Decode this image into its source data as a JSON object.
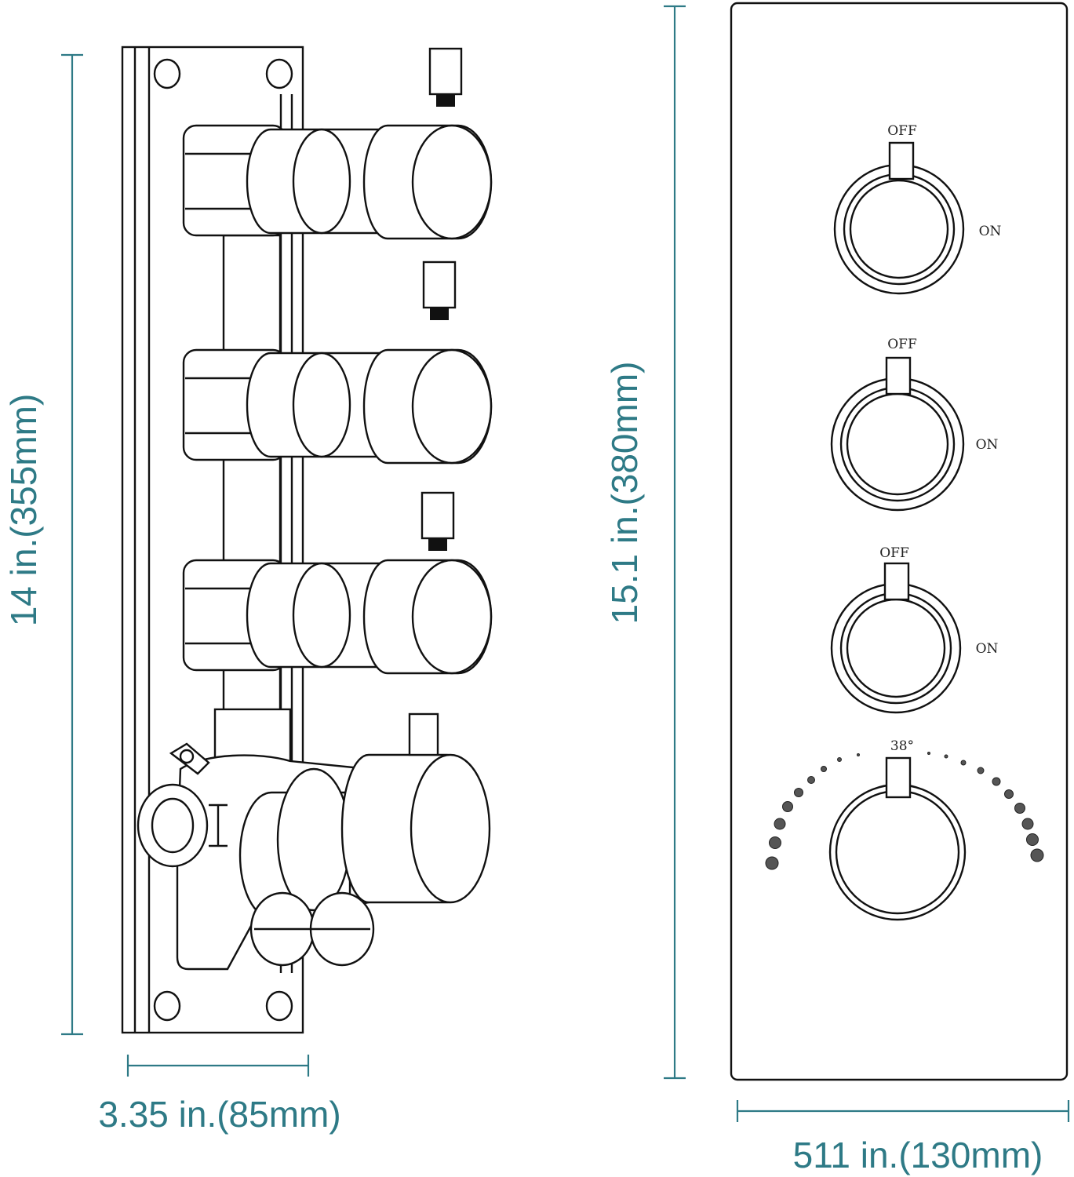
{
  "dimensions": {
    "left_height": "14 in.(355mm)",
    "left_width": "3.35 in.(85mm)",
    "right_height": "15.1 in.(380mm)",
    "right_width": "511 in.(130mm)"
  },
  "faceplate": {
    "knobs": [
      {
        "top_label": "OFF",
        "side_label": "ON"
      },
      {
        "top_label": "OFF",
        "side_label": "ON"
      },
      {
        "top_label": "OFF",
        "side_label": "ON"
      }
    ],
    "thermostat_label": "38°"
  },
  "colors": {
    "dimension": "#2e7a86",
    "line": "#111111"
  }
}
